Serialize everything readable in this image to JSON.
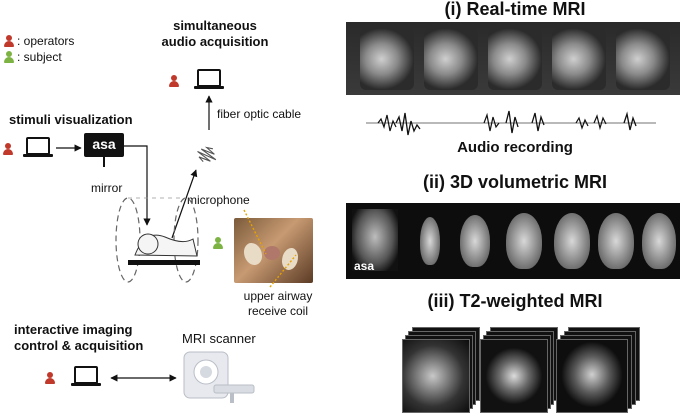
{
  "legend": {
    "operators": ": operators",
    "subject": ": subject",
    "operator_color": "#c0392b",
    "subject_color": "#7cb342"
  },
  "left": {
    "audio_acq_line1": "simultaneous",
    "audio_acq_line2": "audio acquisition",
    "fiber": "fiber optic cable",
    "stimuli": "stimuli visualization",
    "projector_text": "asa",
    "mirror": "mirror",
    "microphone": "microphone",
    "coil_line1": "upper airway",
    "coil_line2": "receive coil",
    "interactive_line1": "interactive imaging",
    "interactive_line2": "control & acquisition",
    "mri_scanner": "MRI scanner"
  },
  "right": {
    "title_rt": "(i) Real-time MRI",
    "audio_recording": "Audio recording",
    "title_3d": "(ii) 3D volumetric MRI",
    "strip_text": "asa",
    "title_t2": "(iii) T2-weighted MRI"
  }
}
